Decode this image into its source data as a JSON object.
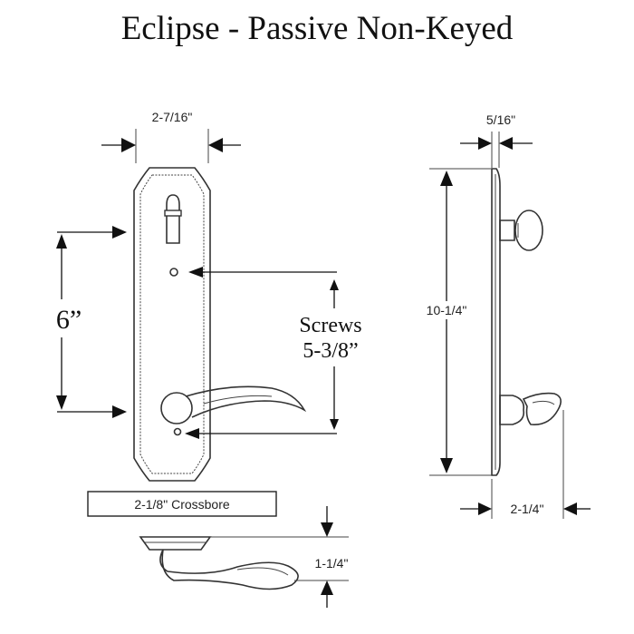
{
  "title": "Eclipse - Passive Non-Keyed",
  "dimensions": {
    "plate_width": "2-7/16\"",
    "handle_spacing": "6”",
    "screws_label": "Screws",
    "screws_value": "5-3/8”",
    "crossbore": "2-1/8\" Crossbore",
    "projection_lever": "1-1/4\"",
    "plate_thickness": "5/16\"",
    "plate_height": "10-1/4\"",
    "backset_projection": "2-1/4\""
  }
}
